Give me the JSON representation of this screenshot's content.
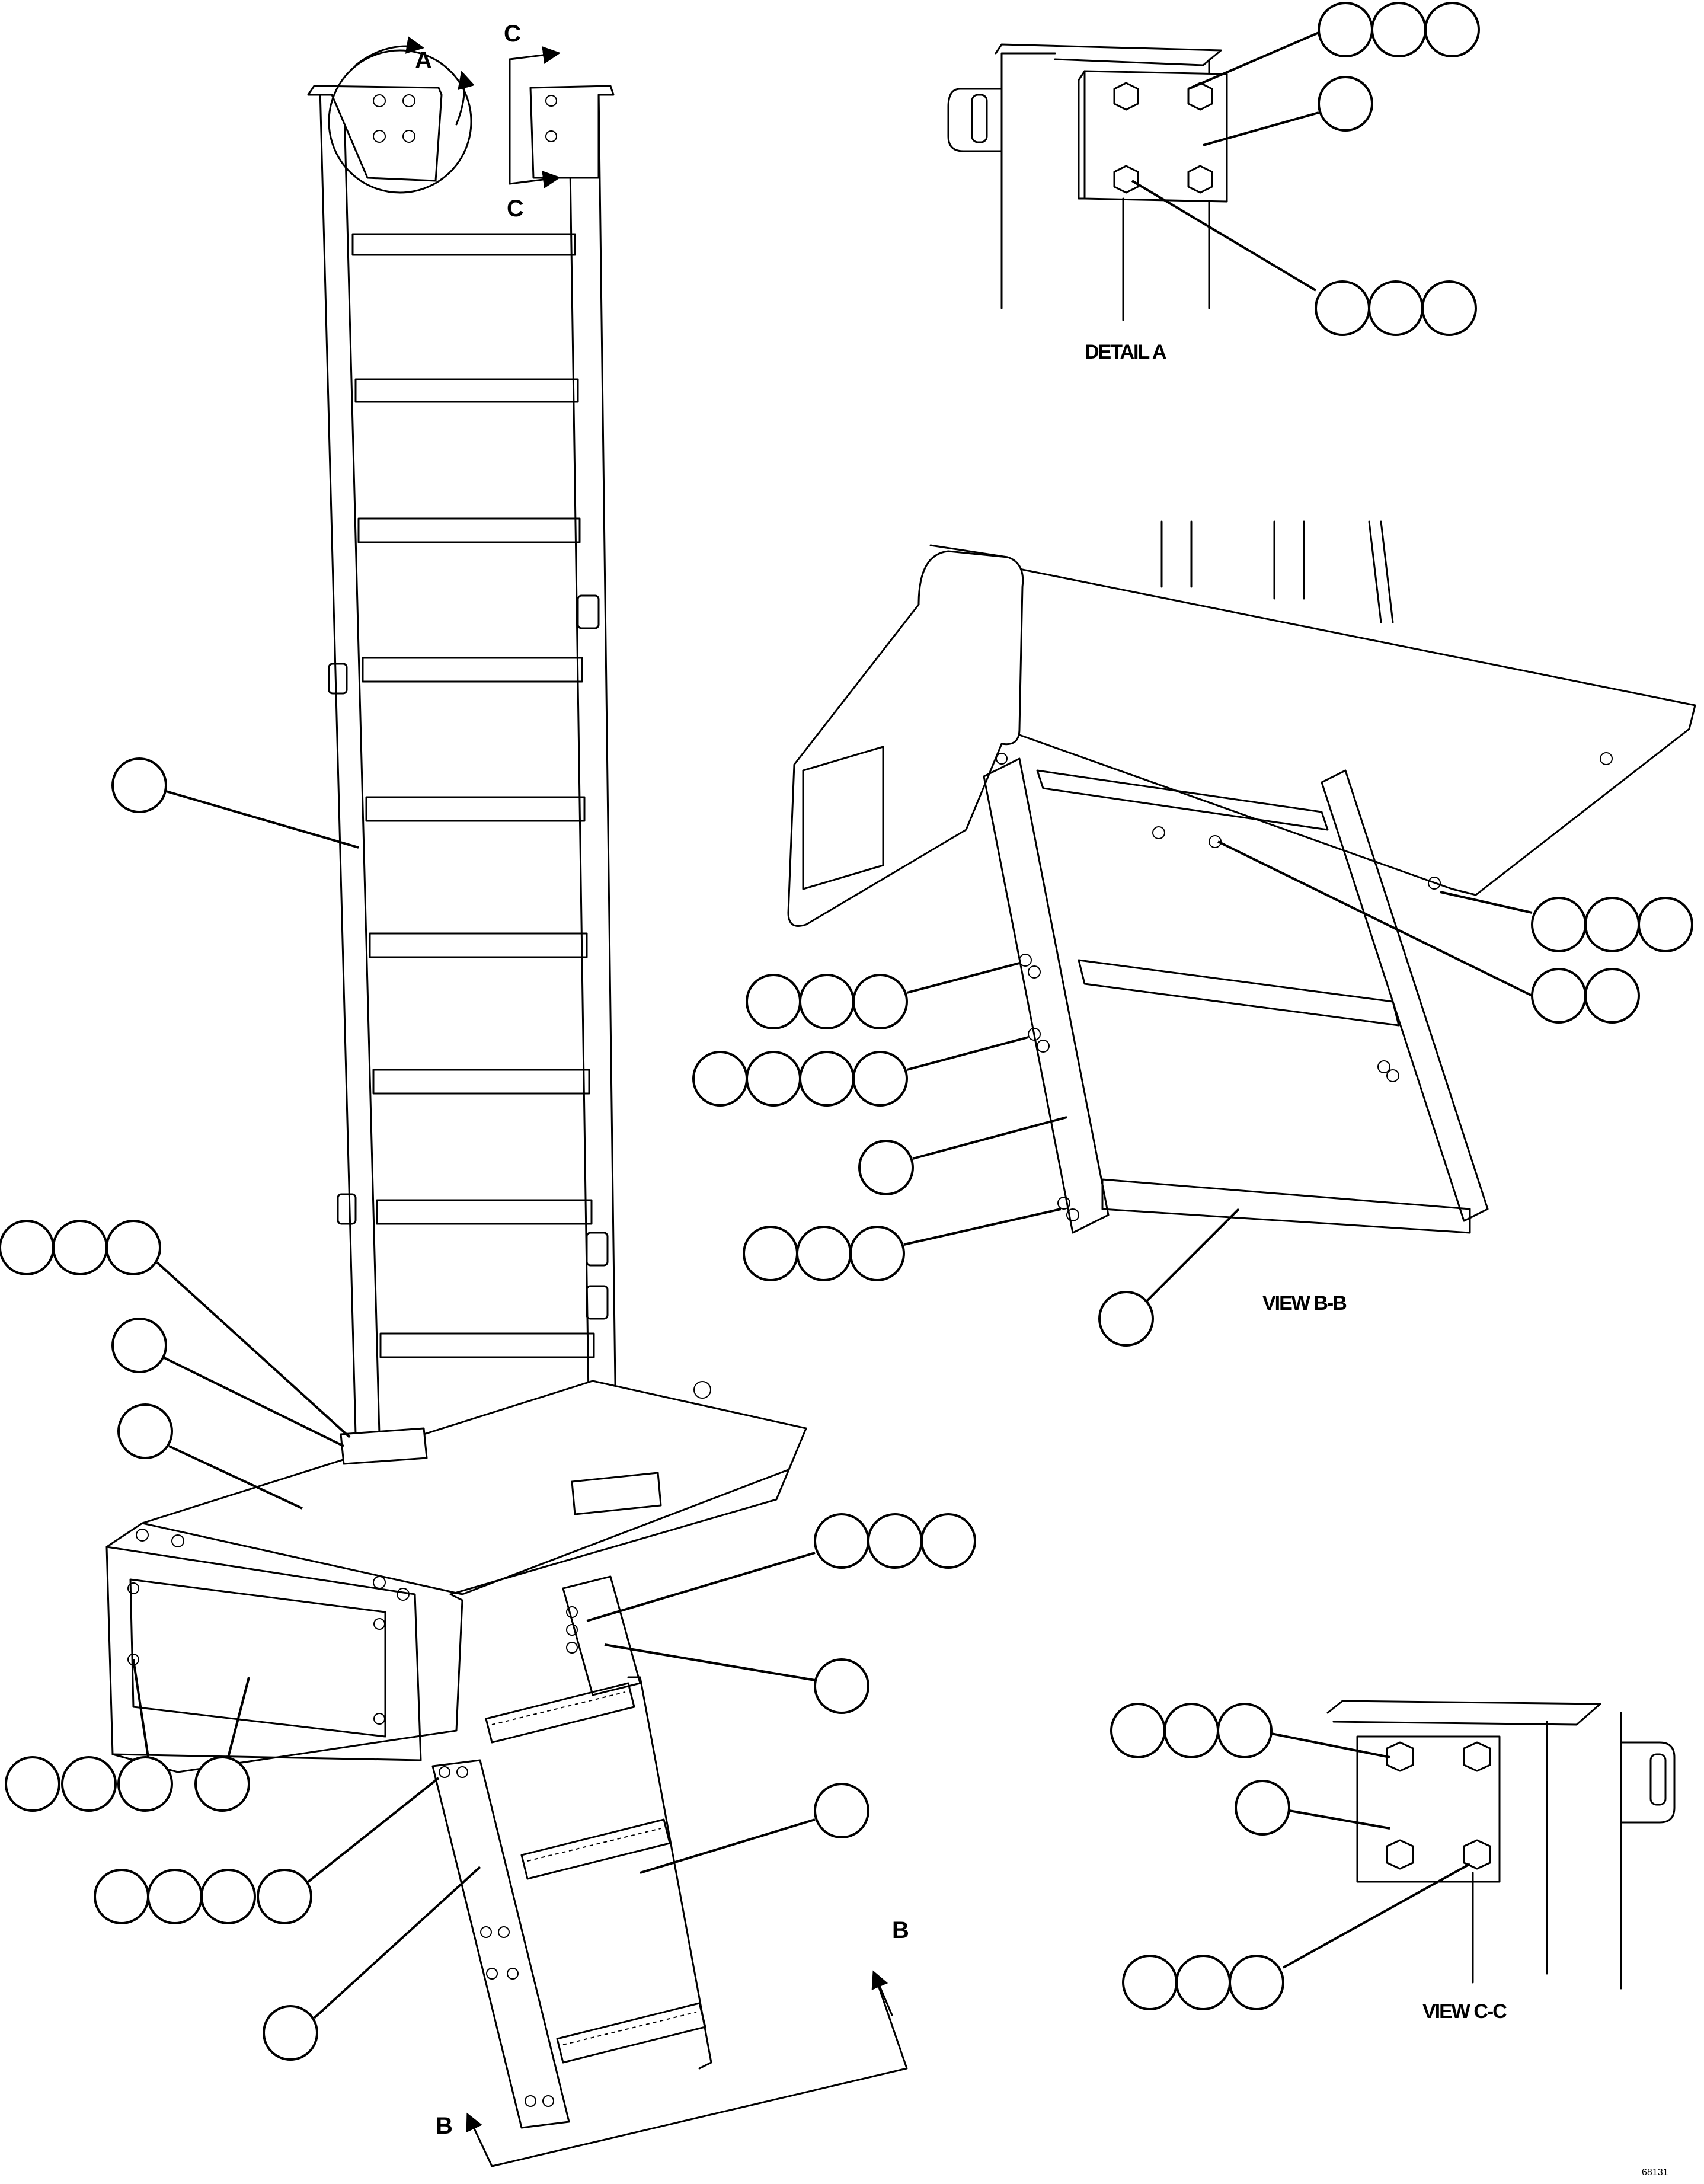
{
  "labels": {
    "section_a": "A",
    "section_c_top": "C",
    "section_c_bottom": "C",
    "detail_a": "DETAIL A",
    "view_bb": "VIEW B-B",
    "view_cc": "VIEW C-C",
    "section_b_right": "B",
    "section_b_left": "B",
    "figure_number": "68131"
  }
}
